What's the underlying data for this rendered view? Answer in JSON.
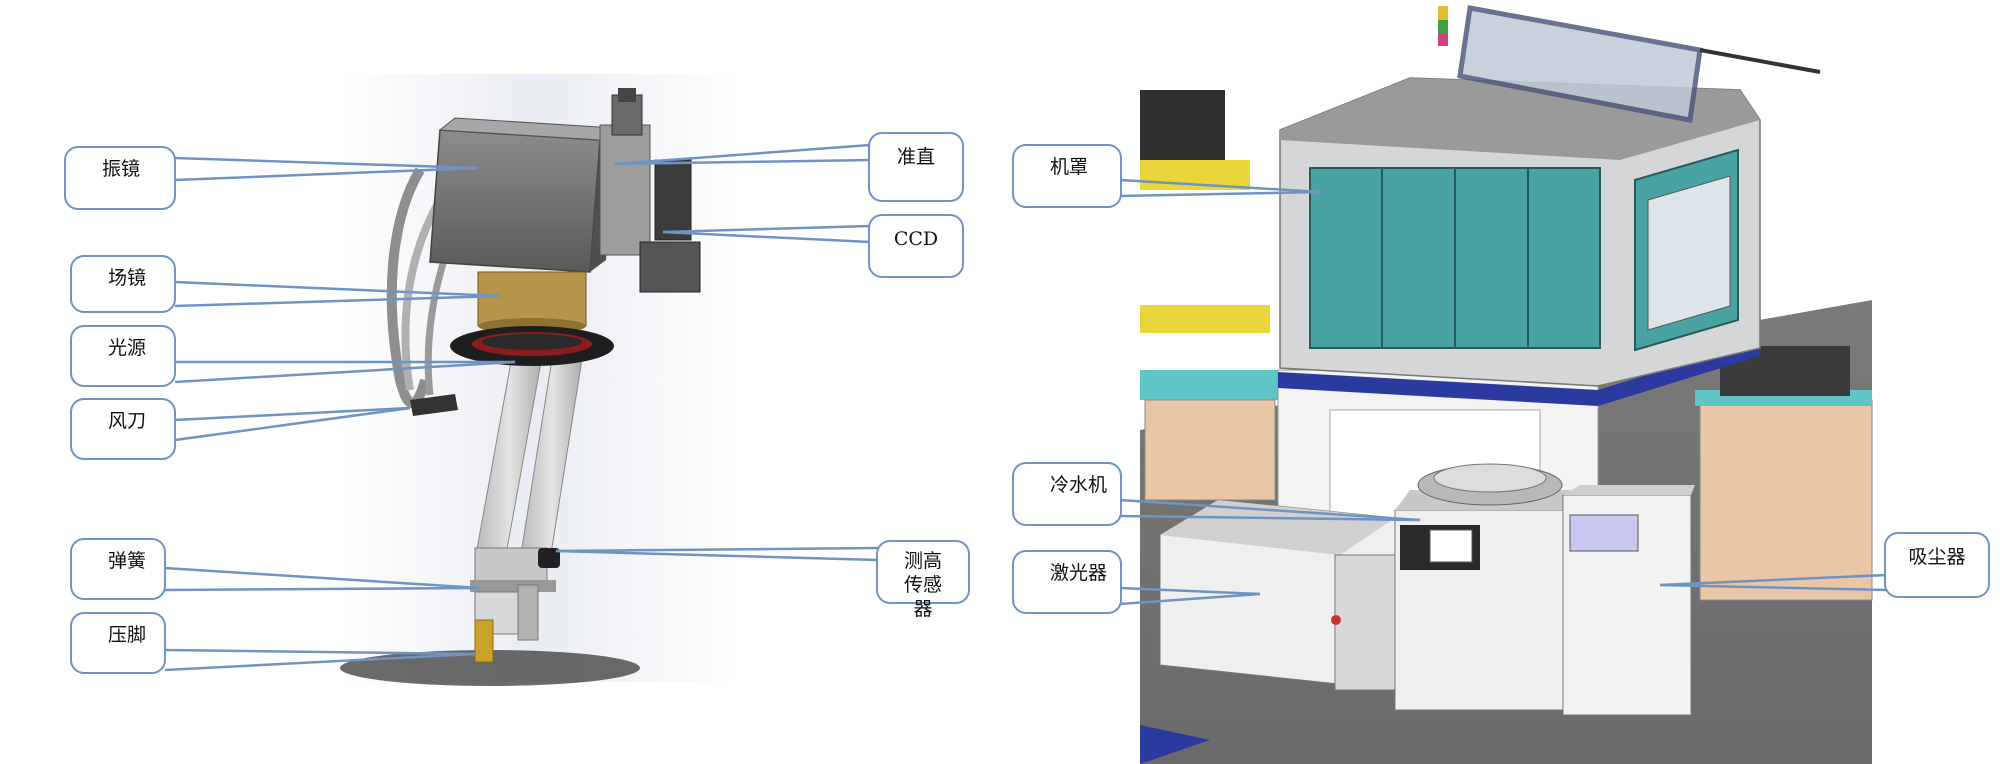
{
  "left_diagram": {
    "callouts": [
      {
        "id": "galvo",
        "label": "振镜"
      },
      {
        "id": "field-lens",
        "label": "场镜"
      },
      {
        "id": "light-source",
        "label": "光源"
      },
      {
        "id": "air-knife",
        "label": "风刀"
      },
      {
        "id": "spring",
        "label": "弹簧"
      },
      {
        "id": "presser-foot",
        "label": "压脚"
      },
      {
        "id": "collimator",
        "label": "准直"
      },
      {
        "id": "ccd",
        "label": "CCD"
      },
      {
        "id": "height-sensor",
        "label": "测高传感器"
      }
    ]
  },
  "right_diagram": {
    "callouts": [
      {
        "id": "hood",
        "label": "机罩"
      },
      {
        "id": "chiller",
        "label": "冷水机"
      },
      {
        "id": "laser",
        "label": "激光器"
      },
      {
        "id": "dust-collector",
        "label": "吸尘器"
      }
    ]
  },
  "colors": {
    "callout_border": "#6f94c2",
    "leader_line": "#6f94c2",
    "machine_teal": "#4aa3a3",
    "machine_grey": "#d4d6d8",
    "machine_blue": "#2b3a9e"
  }
}
